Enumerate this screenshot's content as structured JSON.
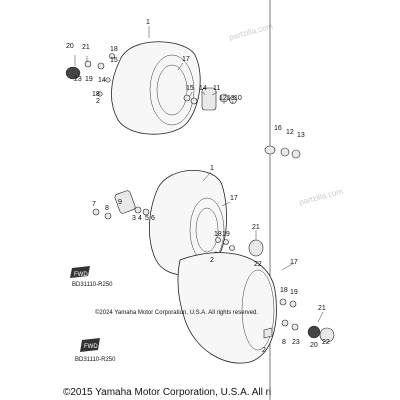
{
  "diagram": {
    "copyright_inner": "©2024 Yamaha Motor Corporation, U.S.A. All rights reserved.",
    "code_top": "BD31110-R250",
    "code_bottom": "BD31110-R250",
    "fwd_label": "FWD",
    "footer": "©2015 Yamaha Motor Corporation, U.S.A. All ri",
    "watermark": "partzilla.com",
    "callouts": {
      "c1_top": "1",
      "c20_a": "20",
      "c21_a": "21",
      "c23_a": "23",
      "c19_a": "19",
      "c18_a": "18",
      "c2_a": "2",
      "c17_a": "17",
      "c15_a": "15",
      "c14_a": "14",
      "c11_a": "11",
      "c12_a": "12",
      "c13_a": "13",
      "c10_a": "10",
      "c16_a": "16",
      "c12_b": "12",
      "c13_b": "13",
      "c7_a": "7",
      "c8_a": "8",
      "c9_a": "9",
      "c3_a": "3",
      "c4_a": "4",
      "c5_a": "5",
      "c6_a": "6",
      "c1_mid": "1",
      "c17_b": "17",
      "c21_b": "21",
      "c22_a": "22",
      "c18_b": "18",
      "c19_b": "19",
      "c2_b": "2",
      "c17_c": "17",
      "c18_c": "18",
      "c19_c": "19",
      "c21_c": "21",
      "c2_c": "2",
      "c8_b": "8",
      "c23_b": "23",
      "c20_b": "20",
      "c22_b": "22"
    }
  }
}
